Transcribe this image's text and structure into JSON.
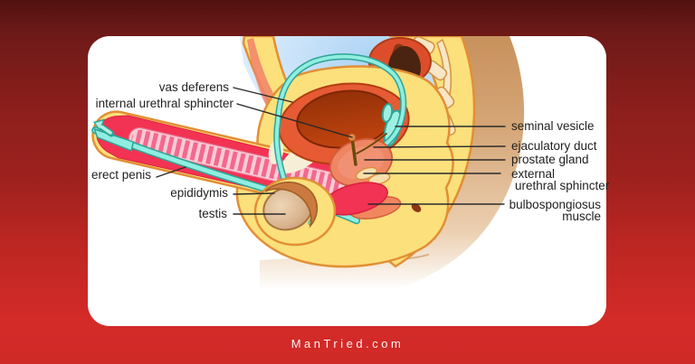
{
  "page": {
    "watermark": "ManTried.com"
  },
  "theme": {
    "css_vars": {
      "--bg-top": "#511110",
      "--bg-mid": "#9c211e",
      "--bg-bottom": "#d32b28",
      "--card": "#ffffff",
      "--label": "#1f1f1f",
      "--leader": "#2a2a2a",
      "--watermark": "#ffffff"
    }
  },
  "diagram": {
    "description_colors": {
      "body_yellow": "#fbe07c",
      "outline_orange": "#e28f35",
      "erectile_red": "#f23353",
      "corpus_stripe_pink": "#f4688c",
      "corpus_base_pink": "#f9ccd6",
      "duct_cyan": "#8feee0",
      "duct_teal_outline": "#2fa396",
      "bladder_ring": "#e65b33",
      "bladder_inner": "#a8330a",
      "prostate_salmon": "#ef8663",
      "rectum_brown": "#3f1d08",
      "skin_tan": "#c8915c",
      "cavity_blue": "#aed4f4",
      "testis_beige": "#d9b48f",
      "epididymis_brown": "#ca7a3e"
    },
    "labels": {
      "vas_deferens": "vas deferens",
      "internal_urethral_sphincter": "internal urethral sphincter",
      "erect_penis": "erect penis",
      "epididymis": "epididymis",
      "testis": "testis",
      "seminal_vesicle": "seminal vesicle",
      "ejaculatory_duct": "ejaculatory duct",
      "prostate_gland": "prostate gland",
      "external_urethral_sphincter": {
        "line1": "external",
        "line2": "urethral sphincter"
      },
      "bulbospongiosus_muscle": {
        "line1": "bulbospongiosus",
        "line2": "muscle"
      }
    }
  }
}
